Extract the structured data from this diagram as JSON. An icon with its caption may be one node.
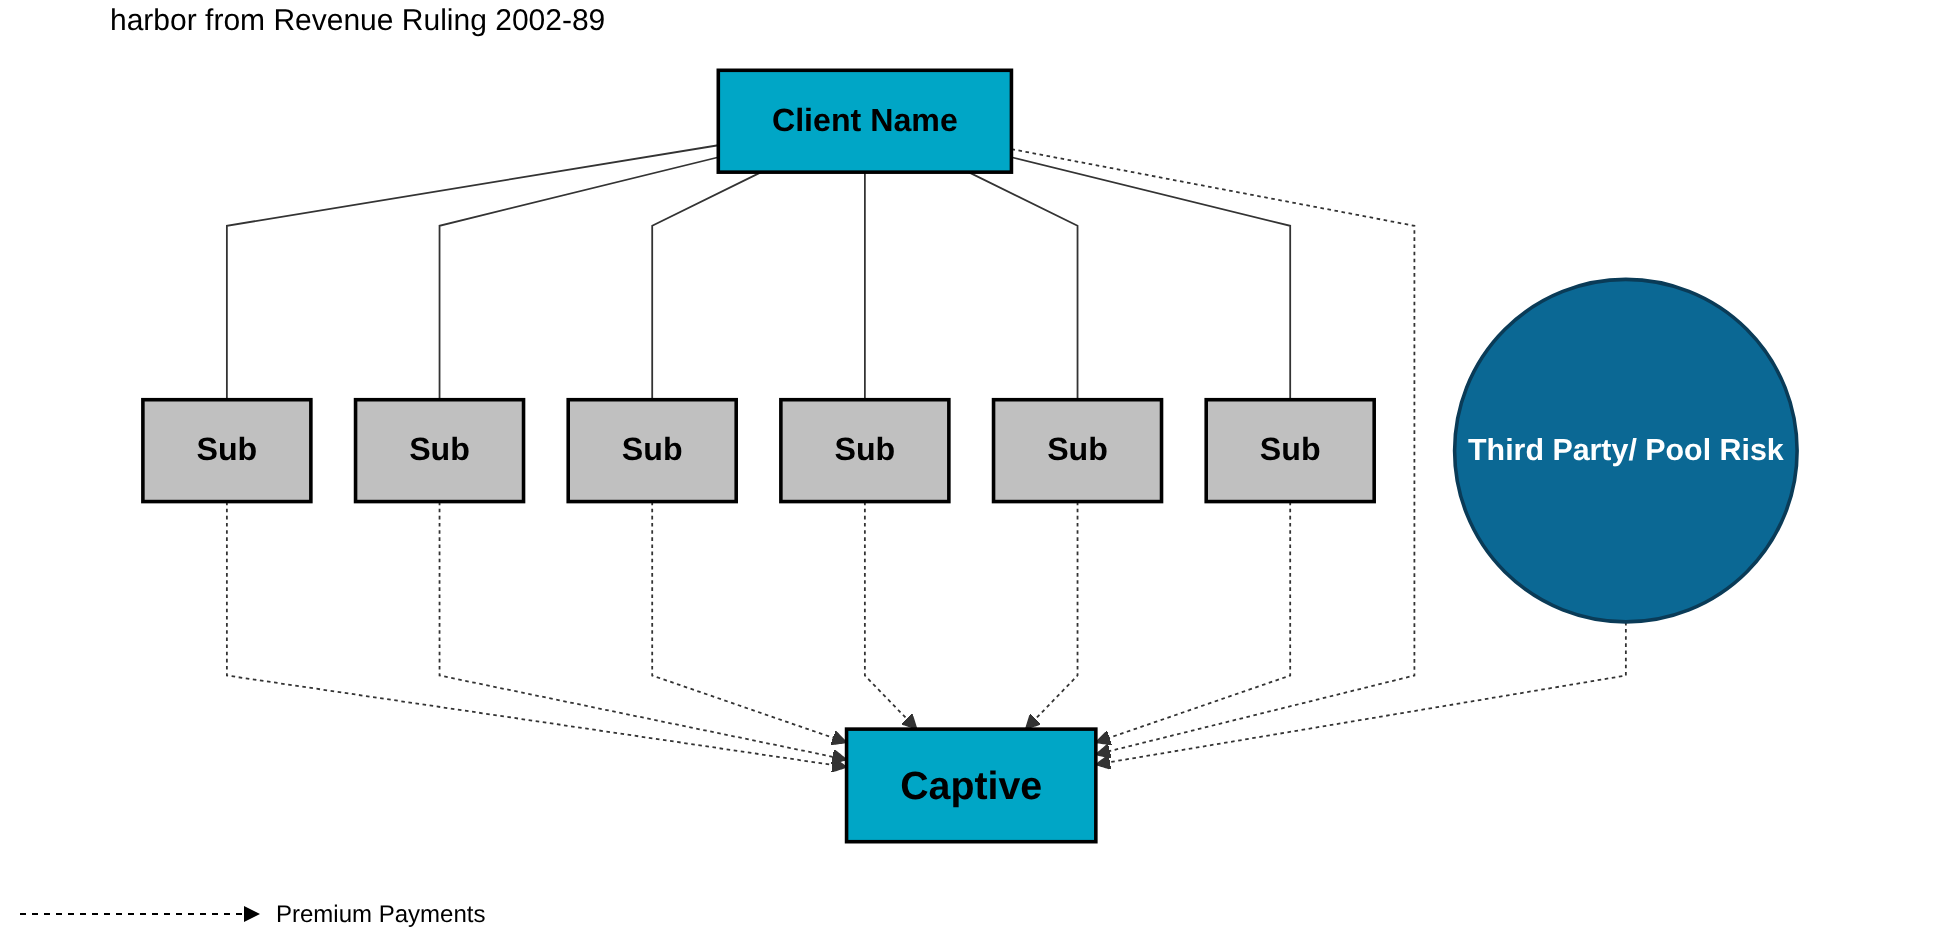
{
  "diagram": {
    "nodes": [
      {
        "text": [
          "Client Name"
        ]
      },
      {
        "text": [
          "Third Party/ Pool Risk"
        ]
      },
      {
        "text": [
          "Sub"
        ]
      },
      {
        "text": [
          "Sub"
        ]
      },
      {
        "text": [
          "Sub"
        ]
      },
      {
        "text": [
          "Sub"
        ]
      },
      {
        "text": [
          "Sub"
        ]
      },
      {
        "text": [
          "Sub"
        ]
      },
      {
        "text": [
          "Captive"
        ]
      }
    ],
    "edges": [
      {
        "from": 0,
        "to": 2,
        "arrow": "none"
      },
      {
        "from": 0,
        "to": 3,
        "arrow": "none"
      },
      {
        "from": 0,
        "to": 4,
        "arrow": "none"
      },
      {
        "from": 0,
        "to": 5,
        "arrow": "none"
      },
      {
        "from": 0,
        "to": 6,
        "arrow": "none"
      },
      {
        "from": 0,
        "to": 7,
        "arrow": "none"
      },
      {
        "from": 2,
        "to": 8,
        "arrow": "to",
        "style": "dashed"
      },
      {
        "from": 3,
        "to": 8,
        "arrow": "to",
        "style": "dashed"
      },
      {
        "from": 4,
        "to": 8,
        "arrow": "to",
        "style": "dashed"
      },
      {
        "from": 5,
        "to": 8,
        "arrow": "to",
        "style": "dashed"
      },
      {
        "from": 6,
        "to": 8,
        "arrow": "to",
        "style": "dashed"
      },
      {
        "from": 7,
        "to": 8,
        "arrow": "to",
        "style": "dashed"
      },
      {
        "from": 0,
        "to": 8,
        "arrow": "to",
        "style": "dashed"
      },
      {
        "from": 1,
        "to": 8,
        "arrow": "to",
        "style": "dashed"
      }
    ],
    "labels": [
      "harbor from Revenue Ruling 2002-89"
    ],
    "legend": [
      {
        "text": "Premium Payments"
      }
    ]
  }
}
